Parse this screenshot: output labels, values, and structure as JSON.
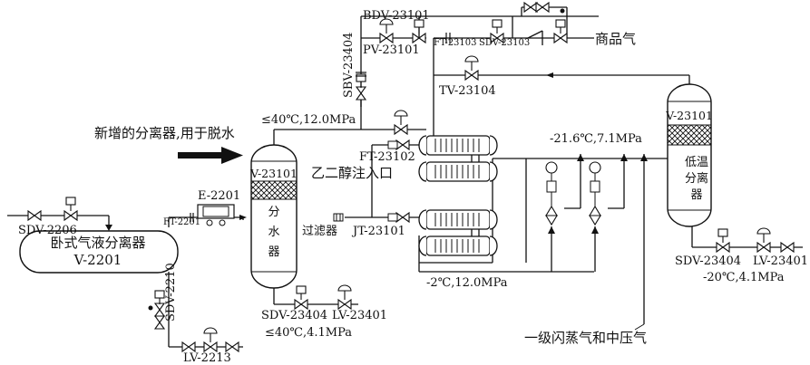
{
  "labels": {
    "bdv_23101": "BDV-23101",
    "pv_23101": "PV-23101",
    "ft_23103": "FT-23103",
    "sdv_23103": "SDV-23103",
    "product_gas": "商品气",
    "sbv_23404": "SBV-23404",
    "tv_23104": "TV-23104",
    "cond_40_12": "≤40℃,12.0MPa",
    "new_separator_note": "新增的分离器,用于脱水",
    "sep_tag": "V-23101",
    "sep_name": "分水器",
    "lowtemp_tag": "V-23101",
    "lowtemp_name": "低温分离器",
    "cond_216_71": "-21.6℃,7.1MPa",
    "ft_23102": "FT-23102",
    "glycol_inlet": "乙二醇注入口",
    "filter": "过滤器",
    "jt_23101": "JT-23101",
    "e_2201": "E-2201",
    "ft_2201": "FT-2201",
    "sdv_2206": "SDV-2206",
    "horiz_sep_name": "卧式气液分离器",
    "horiz_sep_tag": "V-2201",
    "sdv_2210": "SDV-2210",
    "lv_2213": "LV-2213",
    "sdv_23404_left": "SDV-23404",
    "lv_23401_left": "LV-23401",
    "cond_40_41": "≤40℃,4.1MPa",
    "cond_2_12": "-2℃,12.0MPa",
    "sdv_23404_right": "SDV-23404",
    "lv_23401_right": "LV-23401",
    "cond_20_41": "-20℃,4.1MPa",
    "flash_gas": "一级闪蒸气和中压气"
  }
}
